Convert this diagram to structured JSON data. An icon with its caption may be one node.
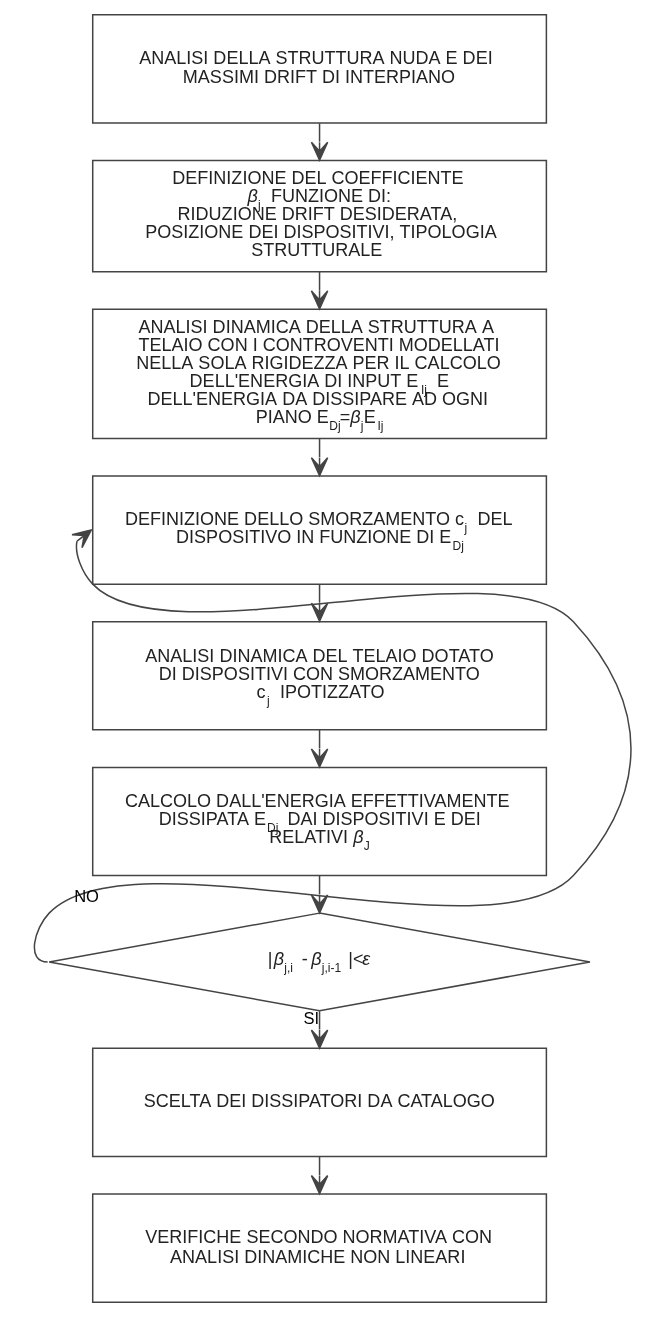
{
  "diagram": {
    "nodes": [
      {
        "text": [
          "ANALISI DELLA STRUTTURA NUDA E DEI MASSIMI DRIFT DI INTERPIANO"
        ]
      },
      {
        "text": [
          "DEFINIZIONE DEL COEFFICIENTE *β*$_{j}$ FUNZIONE DI: RIDUZIONE DRIFT DESIDERATA, POSIZIONE DEI DISPOSITIVI, TIPOLOGIA STRUTTURALE"
        ]
      },
      {
        "text": [
          "ANALISI DINAMICA DELLA STRUTTURA A TELAIO CON I CONTROVENTI MODELLATI NELLA SOLA RIGIDEZZA PER IL CALCOLO DELL'ENERGIA DI INPUT E$_{Ij}$ E DELL'ENERGIA DA DISSIPARE AD OGNI PIANO E$_{Dj}$=*β*$_{j}$E$_{Ij}$"
        ]
      },
      {
        "text": [
          "DEFINIZIONE DELLO SMORZAMENTO c$_{j}$ DEL DISPOSITIVO IN FUNZIONE DI E$_{Dj}$"
        ]
      },
      {
        "text": [
          "ANALISI DINAMICA DEL TELAIO DOTATO DI DISPOSITIVI CON SMORZAMENTO c$_{j}$ IPOTIZZATO"
        ]
      },
      {
        "text": [
          "CALCOLO DALL'ENERGIA EFFETTIVAMENTE DISSIPATA E$_{Dj}$ DAI DISPOSITIVI E DEI RELATIVI *β*$_{J}$"
        ]
      },
      {
        "text": [
          "|*β*$_{j,i}$ - *β*$_{j,i-1}$ |<*ε*"
        ]
      },
      {
        "text": [
          "SCELTA DEI DISSIPATORI DA CATALOGO"
        ]
      },
      {
        "text": [
          "VERIFICHE SECONDO NORMATIVA CON ANALISI DINAMICHE NON LINEARI"
        ]
      }
    ],
    "edges": [
      {
        "from": 0,
        "to": 1,
        "arrow": "to"
      },
      {
        "from": 1,
        "to": 2,
        "arrow": "to"
      },
      {
        "from": 2,
        "to": 3,
        "arrow": "to"
      },
      {
        "from": 3,
        "to": 4,
        "arrow": "to"
      },
      {
        "from": 4,
        "to": 5,
        "arrow": "to"
      },
      {
        "from": 5,
        "to": 6,
        "arrow": "to"
      },
      {
        "from": 6,
        "to": 3,
        "arrow": "to",
        "label": "NO"
      },
      {
        "from": 6,
        "to": 7,
        "arrow": "to",
        "label": "SI"
      },
      {
        "from": 7,
        "to": 8,
        "arrow": "to"
      }
    ]
  }
}
